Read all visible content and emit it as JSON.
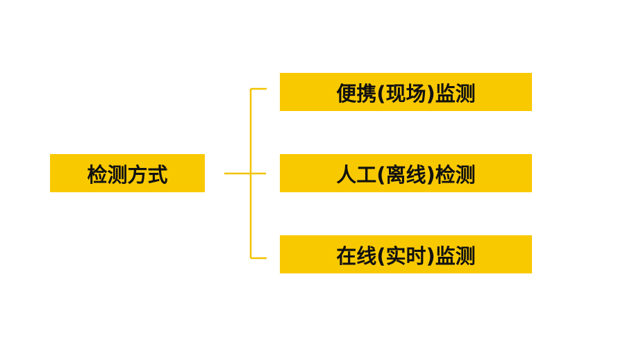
{
  "colors": {
    "box_fill": "#F9C900",
    "connector": "#F2C300",
    "text": "#111111"
  },
  "root": {
    "label": "检测方式"
  },
  "children": [
    {
      "label": "便携(现场)监测"
    },
    {
      "label": "人工(离线)检测"
    },
    {
      "label": "在线(实时)监测"
    }
  ]
}
